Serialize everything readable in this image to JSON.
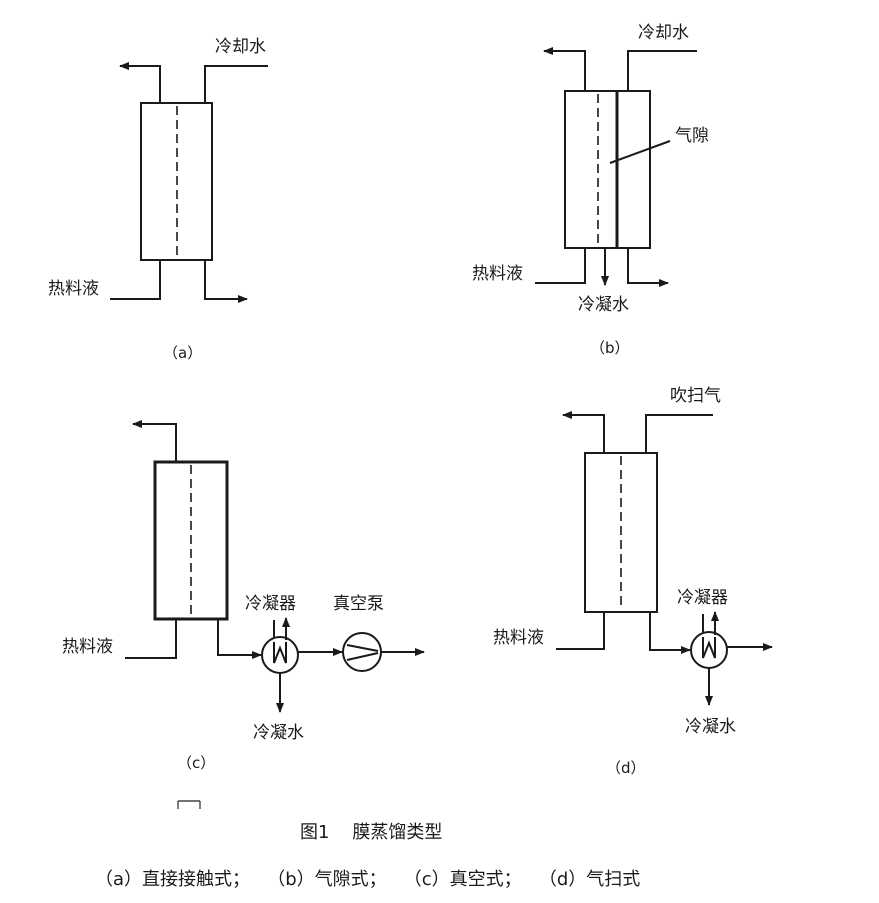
{
  "panels": {
    "a": {
      "caption": "（a）",
      "labels": {
        "cooling_water": "冷却水",
        "hot_feed": "热料液"
      }
    },
    "b": {
      "caption": "（b）",
      "labels": {
        "cooling_water": "冷却水",
        "air_gap": "气隙",
        "hot_feed": "热料液",
        "condensate": "冷凝水"
      }
    },
    "c": {
      "caption": "（c）",
      "labels": {
        "condenser": "冷凝器",
        "vacuum_pump": "真空泵",
        "hot_feed": "热料液",
        "condensate": "冷凝水"
      }
    },
    "d": {
      "caption": "（d）",
      "labels": {
        "sweep_gas": "吹扫气",
        "condenser": "冷凝器",
        "hot_feed": "热料液",
        "condensate": "冷凝水"
      }
    }
  },
  "figure": {
    "title": "图1    膜蒸馏类型",
    "legend": "（a）直接接触式；   （b）气隙式；   （c）真空式；   （d）气扫式"
  }
}
